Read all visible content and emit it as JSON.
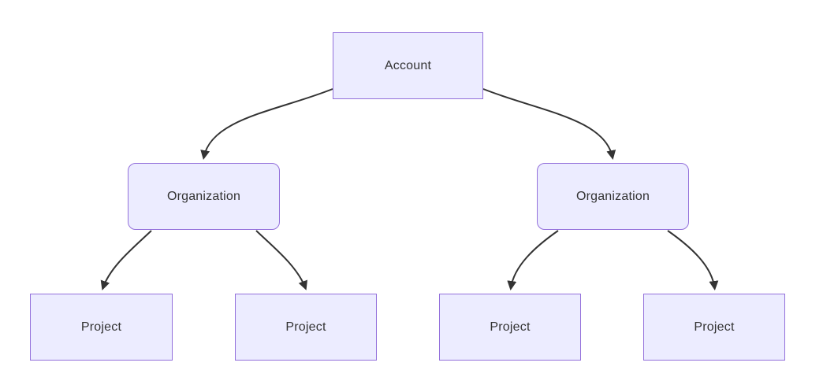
{
  "diagram": {
    "type": "flowchart-tree",
    "colors": {
      "background": "#ffffff",
      "node_fill": "#ECECFF",
      "node_border": "#9370DB",
      "edge_line": "#333333",
      "text": "#333333"
    },
    "nodes": {
      "account": {
        "label": "Account",
        "shape": "rectangle"
      },
      "org_left": {
        "label": "Organization",
        "shape": "rounded-rectangle"
      },
      "org_right": {
        "label": "Organization",
        "shape": "rounded-rectangle"
      },
      "project_1": {
        "label": "Project",
        "shape": "rectangle"
      },
      "project_2": {
        "label": "Project",
        "shape": "rectangle"
      },
      "project_3": {
        "label": "Project",
        "shape": "rectangle"
      },
      "project_4": {
        "label": "Project",
        "shape": "rectangle"
      }
    },
    "edges": [
      {
        "from": "account",
        "to": "org_left",
        "arrow": "filled-triangle"
      },
      {
        "from": "account",
        "to": "org_right",
        "arrow": "filled-triangle"
      },
      {
        "from": "org_left",
        "to": "project_1",
        "arrow": "filled-triangle"
      },
      {
        "from": "org_left",
        "to": "project_2",
        "arrow": "filled-triangle"
      },
      {
        "from": "org_right",
        "to": "project_3",
        "arrow": "filled-triangle"
      },
      {
        "from": "org_right",
        "to": "project_4",
        "arrow": "filled-triangle"
      }
    ]
  }
}
